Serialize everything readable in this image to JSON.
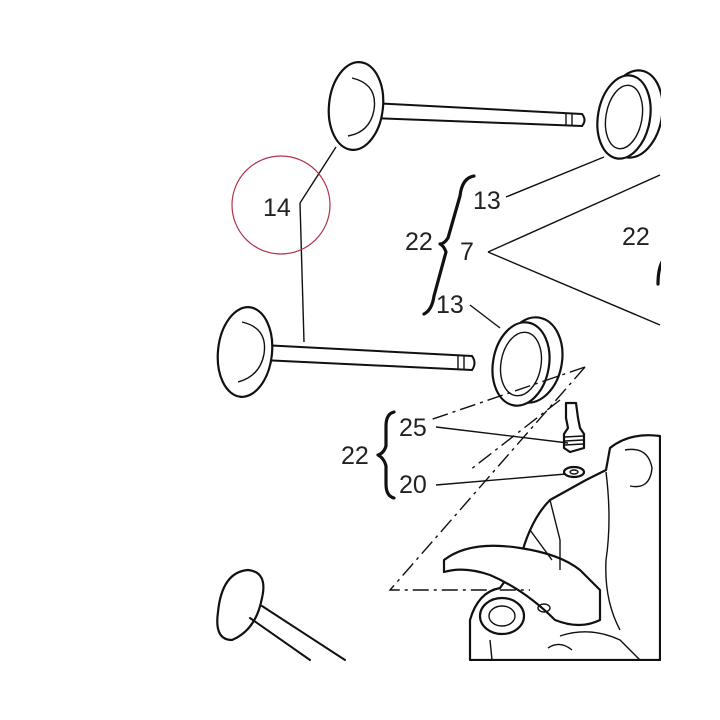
{
  "diagram": {
    "labels": {
      "part_14": "14",
      "part_13_top": "13",
      "part_7": "7",
      "part_13_bottom": "13",
      "group_22_left": "22",
      "group_22_right": "22",
      "part_25": "25",
      "part_20": "20",
      "group_22_lower": "22"
    },
    "highlight_color": "#b0324a"
  }
}
